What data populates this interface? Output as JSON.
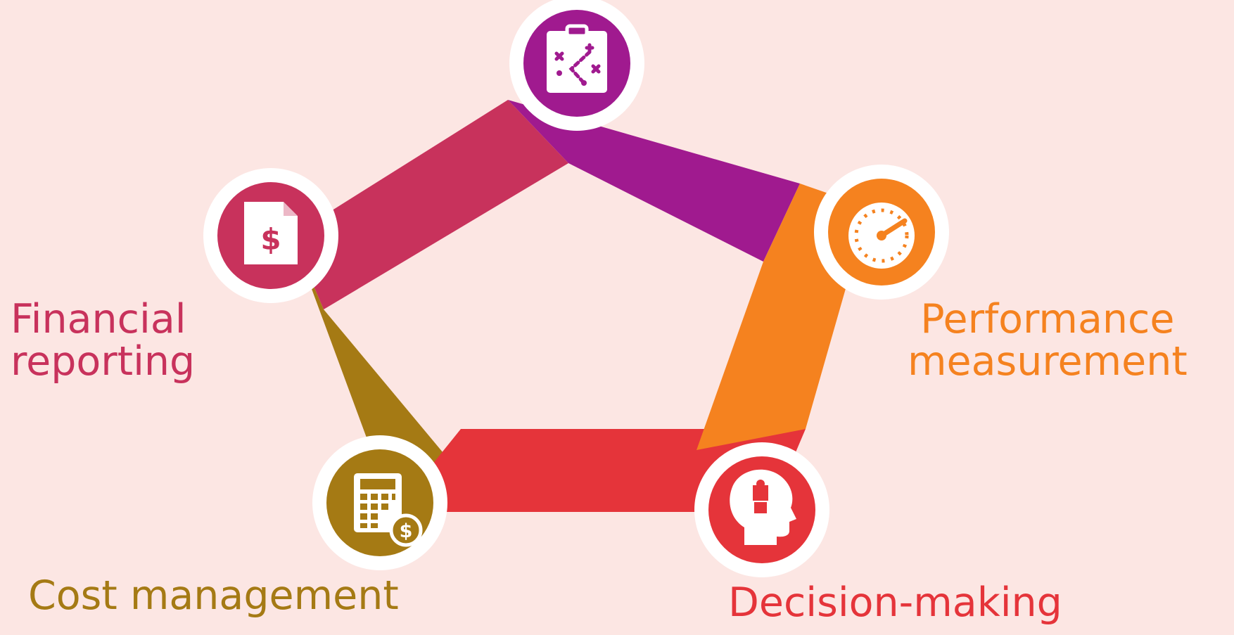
{
  "nodes": [
    {
      "id": "strategy",
      "icon": "strategy-clipboard-icon",
      "color": "#a01a8f"
    },
    {
      "id": "performance",
      "icon": "speedometer-icon",
      "color": "#f5821f",
      "label_lines": [
        "Performance",
        "measurement"
      ]
    },
    {
      "id": "decision",
      "icon": "head-puzzle-icon",
      "color": "#e5343a",
      "label_lines": [
        "Decision-making"
      ]
    },
    {
      "id": "cost",
      "icon": "calculator-dollar-icon",
      "color": "#a57a14",
      "label_lines": [
        "Cost management"
      ]
    },
    {
      "id": "financial",
      "icon": "dollar-document-icon",
      "color": "#c8325c",
      "label_lines": [
        "Financial",
        "reporting"
      ]
    }
  ],
  "colors": {
    "background": "#fce6e3",
    "ring_border": "#ffffff"
  }
}
